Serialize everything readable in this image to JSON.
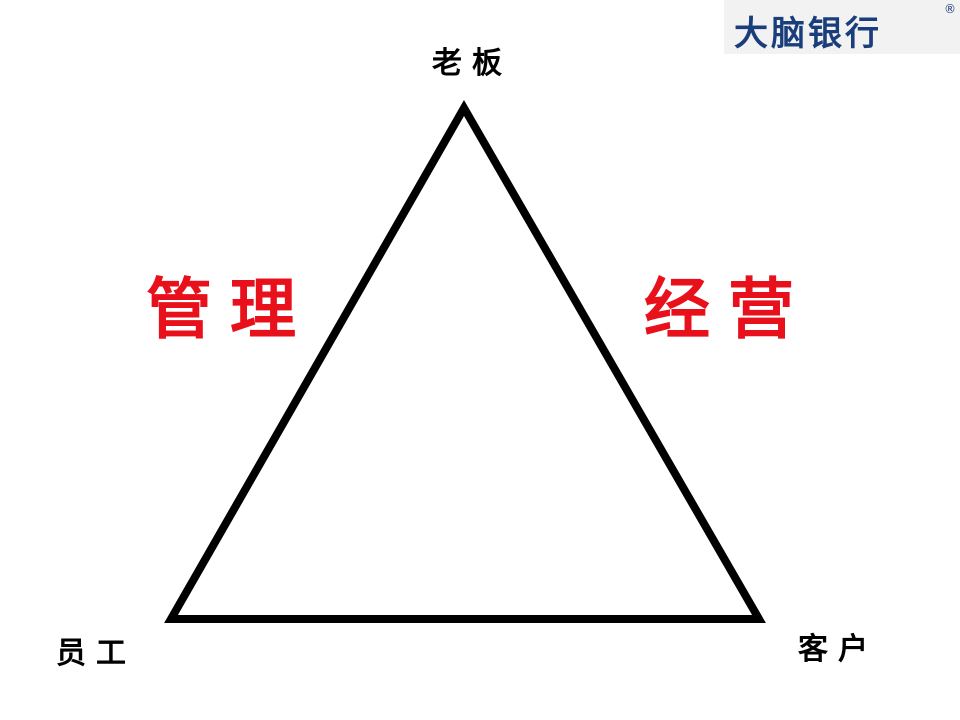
{
  "logo": {
    "text": "大脑银行",
    "registered_mark": "®"
  },
  "diagram": {
    "nodes": {
      "top": "老板",
      "bottom_left": "员工",
      "bottom_right": "客户"
    },
    "edges": {
      "left": "管理",
      "right": "经营"
    }
  },
  "colors": {
    "edge_label": "#e8101a",
    "node_label": "#000000",
    "triangle_stroke": "#000000",
    "logo_text": "#1a3d7c",
    "logo_bg": "#f2f2f2"
  }
}
